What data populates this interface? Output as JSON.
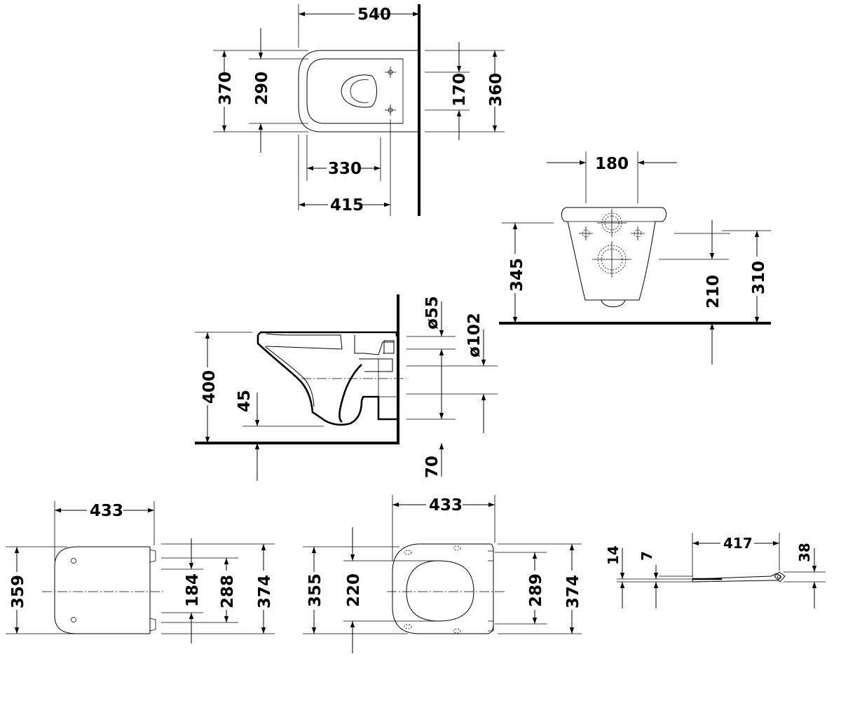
{
  "top_view": {
    "width_540": "540",
    "depth_370": "370",
    "depth_290": "290",
    "fix_170": "170",
    "fix_360": "360",
    "len_330": "330",
    "len_415": "415"
  },
  "front_view": {
    "width_180": "180",
    "height_345": "345",
    "height_210": "210",
    "height_310": "310"
  },
  "side_view": {
    "height_400": "400",
    "height_45": "45",
    "dia_55": "ø55",
    "dia_102": "ø102",
    "height_70": "70"
  },
  "seat_view_left": {
    "width_433": "433",
    "len_359": "359",
    "len_184": "184",
    "len_288": "288",
    "len_374": "374"
  },
  "seat_view_mid": {
    "width_433": "433",
    "len_355": "355",
    "len_220": "220",
    "len_289": "289",
    "len_374": "374"
  },
  "seat_profile": {
    "len_417": "417",
    "h_14": "14",
    "h_7": "7",
    "h_38": "38"
  }
}
